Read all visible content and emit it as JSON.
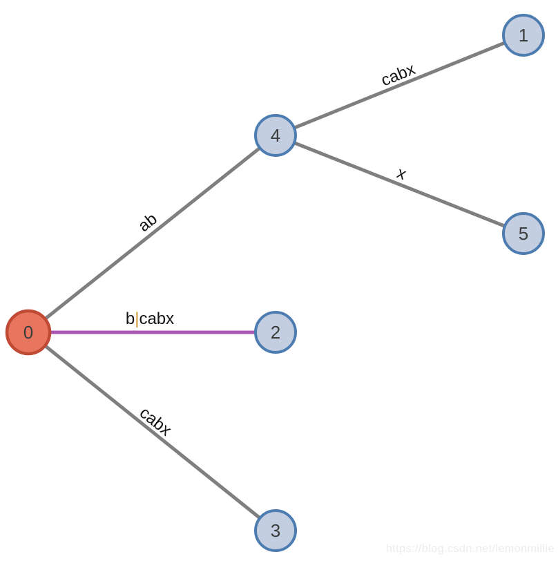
{
  "colors": {
    "background": "#ffffff",
    "edge": "#7f7f7f",
    "edge_highlight": "#a958b3",
    "node_fill": "#c3cee1",
    "node_border": "#4d7cb1",
    "root_fill": "#e8765f",
    "root_border": "#c04a33",
    "node_label": "#3c3c3c",
    "edge_label": "#141414",
    "cursor": "#c9992f",
    "watermark": "#ececec"
  },
  "diagram": {
    "type": "suffix-tree",
    "nodes": [
      {
        "label": "0",
        "kind": "root-active"
      },
      {
        "label": "1",
        "kind": "leaf"
      },
      {
        "label": "2",
        "kind": "leaf"
      },
      {
        "label": "3",
        "kind": "leaf"
      },
      {
        "label": "4",
        "kind": "internal"
      },
      {
        "label": "5",
        "kind": "leaf"
      }
    ],
    "edges": [
      {
        "from": "0",
        "to": "4",
        "label": "ab",
        "highlighted": false
      },
      {
        "from": "4",
        "to": "1",
        "label": "cabx",
        "highlighted": false
      },
      {
        "from": "4",
        "to": "5",
        "label": "x",
        "highlighted": false
      },
      {
        "from": "0",
        "to": "2",
        "label": "b|cabx",
        "highlighted": true,
        "parts": [
          {
            "text": "b",
            "kind": "plain"
          },
          {
            "text": "|",
            "kind": "cursor"
          },
          {
            "text": "cabx",
            "kind": "plain"
          }
        ]
      },
      {
        "from": "0",
        "to": "3",
        "label": "cabx",
        "highlighted": false
      }
    ]
  },
  "watermark": {
    "text": "https://blog.csdn.net/lemonmillie"
  }
}
